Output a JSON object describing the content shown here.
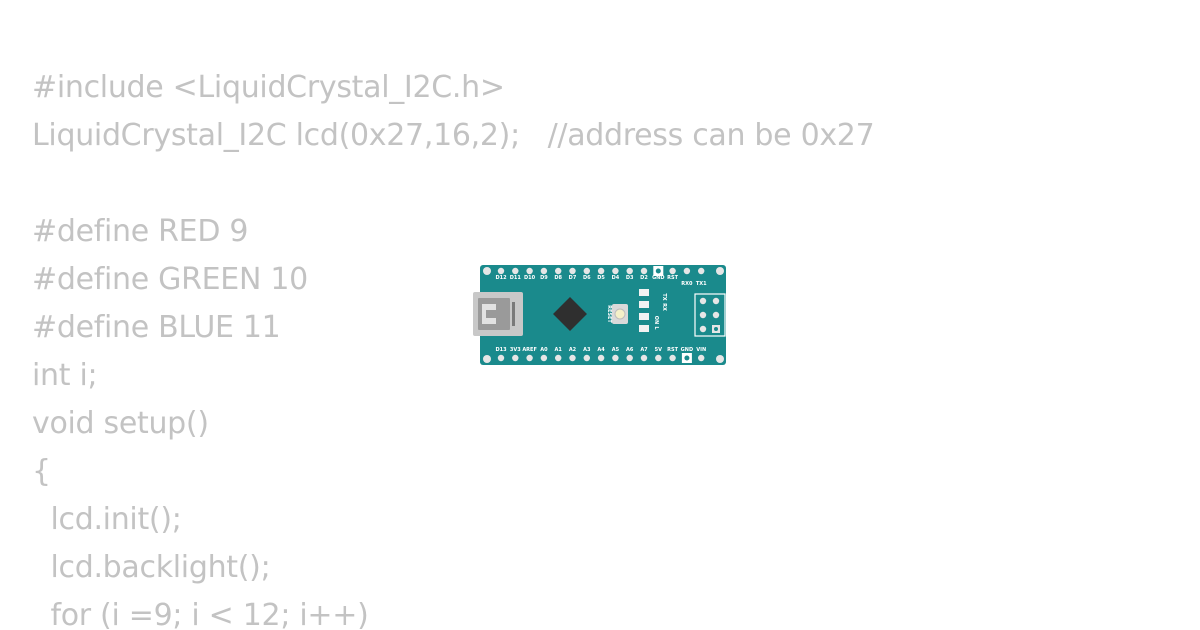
{
  "code": {
    "lines": [
      "#include <LiquidCrystal_I2C.h>",
      "LiquidCrystal_I2C lcd(0x27,16,2);   //address can be 0x27",
      "",
      "#define RED 9",
      "#define GREEN 10",
      "#define BLUE 11",
      "int i;",
      "void setup()",
      "{",
      "  lcd.init();",
      "  lcd.backlight();",
      "  for (i =9; i < 12; i++)"
    ]
  },
  "board": {
    "name": "Arduino Nano",
    "colors": {
      "pcb": "#1a8a8c",
      "pin": "#e6e6e6",
      "usb": "#c8c8c8",
      "chip": "#2f2f2f",
      "label": "#ffffff"
    },
    "top_pins": [
      "D12",
      "D11",
      "D10",
      "D9",
      "D8",
      "D7",
      "D6",
      "D5",
      "D4",
      "D3",
      "D2",
      "GND",
      "RST",
      "RX0",
      "TX1"
    ],
    "bottom_pins": [
      "D13",
      "3V3",
      "AREF",
      "A0",
      "A1",
      "A2",
      "A3",
      "A4",
      "A5",
      "A6",
      "A7",
      "5V",
      "RST",
      "GND",
      "VIN"
    ],
    "side_labels": [
      "TX",
      "RX",
      "ON",
      "L"
    ],
    "reset_label": "RESET"
  }
}
